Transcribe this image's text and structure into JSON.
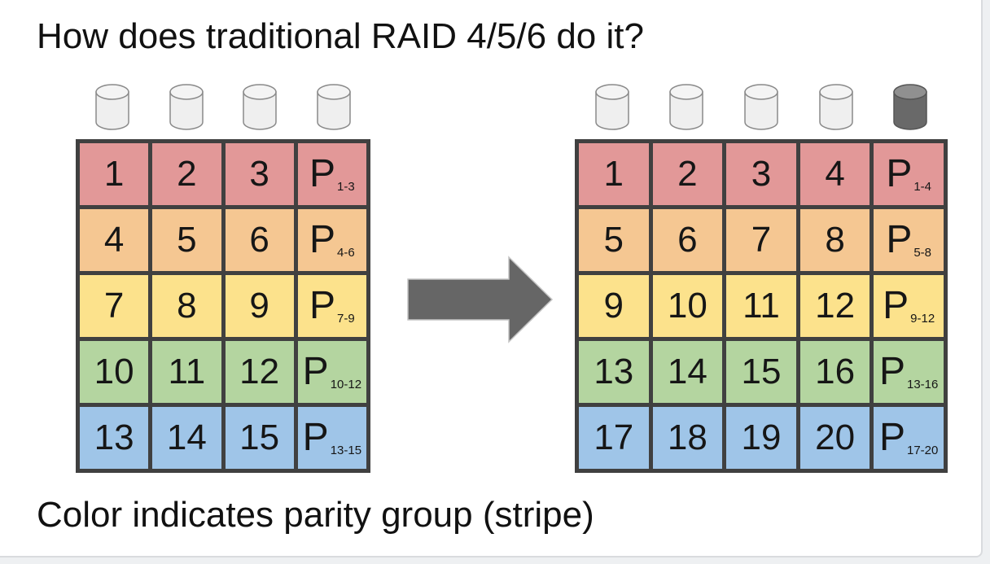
{
  "slide": {
    "title": "How does traditional RAID 4/5/6 do it?",
    "caption": "Color indicates parity group (stripe)"
  },
  "colors": {
    "stripe_red": "#e29898",
    "stripe_orange": "#f5c792",
    "stripe_yellow": "#fce28c",
    "stripe_green": "#b4d5a0",
    "stripe_blue": "#9fc5e8",
    "table_border": "#404040",
    "cell_text": "#161616",
    "arrow": "#666666",
    "arrow_outline": "#c4c4c4",
    "disk_light_body": "#efefef",
    "disk_light_top": "#f4f4f4",
    "disk_light_stroke": "#8a8a8a",
    "disk_dark_body": "#696969",
    "disk_dark_top": "#909090",
    "disk_dark_stroke": "#555555"
  },
  "left_array": {
    "disks": [
      "light",
      "light",
      "light",
      "light"
    ],
    "rows": [
      {
        "stripe": "red",
        "values": [
          "1",
          "2",
          "3"
        ],
        "parity_label": "P",
        "parity_sub": "1-3"
      },
      {
        "stripe": "orange",
        "values": [
          "4",
          "5",
          "6"
        ],
        "parity_label": "P",
        "parity_sub": "4-6"
      },
      {
        "stripe": "yellow",
        "values": [
          "7",
          "8",
          "9"
        ],
        "parity_label": "P",
        "parity_sub": "7-9"
      },
      {
        "stripe": "green",
        "values": [
          "10",
          "11",
          "12"
        ],
        "parity_label": "P",
        "parity_sub": "10-12"
      },
      {
        "stripe": "blue",
        "values": [
          "13",
          "14",
          "15"
        ],
        "parity_label": "P",
        "parity_sub": "13-15"
      }
    ]
  },
  "right_array": {
    "disks": [
      "light",
      "light",
      "light",
      "light",
      "dark"
    ],
    "rows": [
      {
        "stripe": "red",
        "values": [
          "1",
          "2",
          "3",
          "4"
        ],
        "parity_label": "P",
        "parity_sub": "1-4"
      },
      {
        "stripe": "orange",
        "values": [
          "5",
          "6",
          "7",
          "8"
        ],
        "parity_label": "P",
        "parity_sub": "5-8"
      },
      {
        "stripe": "yellow",
        "values": [
          "9",
          "10",
          "11",
          "12"
        ],
        "parity_label": "P",
        "parity_sub": "9-12"
      },
      {
        "stripe": "green",
        "values": [
          "13",
          "14",
          "15",
          "16"
        ],
        "parity_label": "P",
        "parity_sub": "13-16"
      },
      {
        "stripe": "blue",
        "values": [
          "17",
          "18",
          "19",
          "20"
        ],
        "parity_label": "P",
        "parity_sub": "17-20"
      }
    ]
  }
}
